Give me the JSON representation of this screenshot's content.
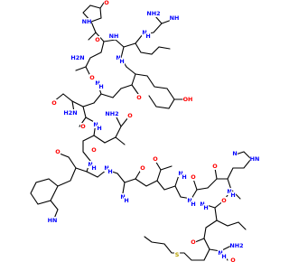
{
  "figure": {
    "kind": "skeletal-structure",
    "description": "Peptide skeletal formula (pyroGlu-Gln-Arg-Tyr-Gly-Asn-Gln-Trp-Ala-Val-Gly-His-Ile-Met-NH2 style drawing)"
  },
  "colors": {
    "bond": "#000000",
    "oxygen": "#ff0000",
    "nitrogen": "#0000ff",
    "sulfur": "#b8a000",
    "background": "#ffffff"
  },
  "atoms": {
    "n_h": "N​H",
    "h": "H",
    "n": "N",
    "o": "O",
    "nh": "NH",
    "h2n": "H2N",
    "nh2": "NH2",
    "oh": "OH",
    "s": "S",
    "hn": "HN"
  },
  "labels": [
    {
      "text": "O",
      "color": "oxygen"
    },
    {
      "text": "NH",
      "color": "nitrogen"
    },
    {
      "text": "O",
      "color": "oxygen"
    },
    {
      "text": "NH",
      "color": "nitrogen"
    },
    {
      "text": "H2N",
      "color": "nitrogen"
    },
    {
      "text": "NH",
      "color": "nitrogen"
    },
    {
      "text": "NH2",
      "color": "nitrogen"
    },
    {
      "text": "O",
      "color": "oxygen"
    },
    {
      "text": "N",
      "color": "nitrogen"
    },
    {
      "text": "H",
      "color": "nitrogen"
    },
    {
      "text": "N",
      "color": "nitrogen"
    },
    {
      "text": "H",
      "color": "nitrogen"
    },
    {
      "text": "O",
      "color": "oxygen"
    },
    {
      "text": "OH",
      "color": "oxygen"
    },
    {
      "text": "H2N",
      "color": "nitrogen"
    },
    {
      "text": "O",
      "color": "oxygen"
    },
    {
      "text": "N",
      "color": "nitrogen"
    },
    {
      "text": "H",
      "color": "nitrogen"
    },
    {
      "text": "O",
      "color": "oxygen"
    },
    {
      "text": "N",
      "color": "nitrogen"
    },
    {
      "text": "H",
      "color": "nitrogen"
    },
    {
      "text": "O",
      "color": "oxygen"
    },
    {
      "text": "NH2",
      "color": "nitrogen"
    },
    {
      "text": "O",
      "color": "oxygen"
    },
    {
      "text": "N",
      "color": "nitrogen"
    },
    {
      "text": "H",
      "color": "nitrogen"
    },
    {
      "text": "O",
      "color": "oxygen"
    },
    {
      "text": "N",
      "color": "nitrogen"
    },
    {
      "text": "H",
      "color": "nitrogen"
    },
    {
      "text": "HN",
      "color": "nitrogen"
    },
    {
      "text": "O",
      "color": "oxygen"
    },
    {
      "text": "N",
      "color": "nitrogen"
    },
    {
      "text": "H",
      "color": "nitrogen"
    },
    {
      "text": "O",
      "color": "oxygen"
    },
    {
      "text": "N",
      "color": "nitrogen"
    },
    {
      "text": "H",
      "color": "nitrogen"
    },
    {
      "text": "O",
      "color": "oxygen"
    },
    {
      "text": "N",
      "color": "nitrogen"
    },
    {
      "text": "H",
      "color": "nitrogen"
    },
    {
      "text": "O",
      "color": "oxygen"
    },
    {
      "text": "N",
      "color": "nitrogen"
    },
    {
      "text": "H",
      "color": "nitrogen"
    },
    {
      "text": "HN",
      "color": "nitrogen"
    },
    {
      "text": "N",
      "color": "nitrogen"
    },
    {
      "text": "O",
      "color": "oxygen"
    },
    {
      "text": "N",
      "color": "nitrogen"
    },
    {
      "text": "H",
      "color": "nitrogen"
    },
    {
      "text": "O",
      "color": "oxygen"
    },
    {
      "text": "N",
      "color": "nitrogen"
    },
    {
      "text": "H",
      "color": "nitrogen"
    },
    {
      "text": "O",
      "color": "oxygen"
    },
    {
      "text": "NH2",
      "color": "nitrogen"
    },
    {
      "text": "S",
      "color": "sulfur"
    }
  ]
}
